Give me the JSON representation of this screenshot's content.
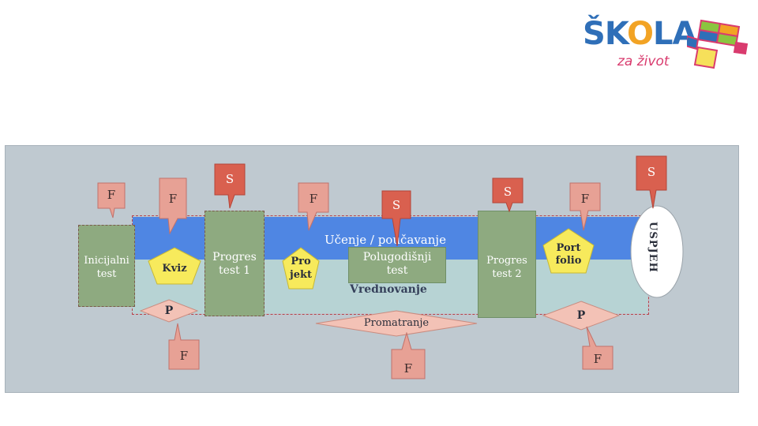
{
  "logo": {
    "word_s": "Š",
    "word_k": "K",
    "word_o": "O",
    "word_l": "L",
    "word_a": "A",
    "tagline": "za život"
  },
  "colors": {
    "callout_f": "#e7a195",
    "callout_s": "#d9604f",
    "green_box": "#8eaa80",
    "blue_band": "#4f86e3",
    "teal_band": "#b7d3d4",
    "diamond": "#f3c2b6",
    "pentagon": "#f7ea5c",
    "panel": "#bfc9d0"
  },
  "bands": {
    "learning": "Učenje / poučavanje",
    "evaluation": "Vrednovanje"
  },
  "boxes": {
    "initial": "Inicijalni test",
    "progress1": [
      "Progres",
      "test 1"
    ],
    "midterm": [
      "Polugodišnji",
      "test"
    ],
    "progress2": [
      "Progres",
      "test 2"
    ]
  },
  "pentagons": {
    "quiz": "Kviz",
    "project": [
      "Pro",
      "jekt"
    ],
    "portfolio": [
      "Port",
      "folio"
    ]
  },
  "diamonds": {
    "p1": "P",
    "observation": "Promatranje",
    "p2": "P"
  },
  "outcome": "USPJEH",
  "callouts": {
    "f1": "F",
    "f2": "F",
    "s1": "S",
    "f3": "F",
    "s2": "S",
    "s3": "S",
    "f4": "F",
    "s4": "S",
    "f5": "F",
    "f6": "F",
    "f7": "F"
  }
}
